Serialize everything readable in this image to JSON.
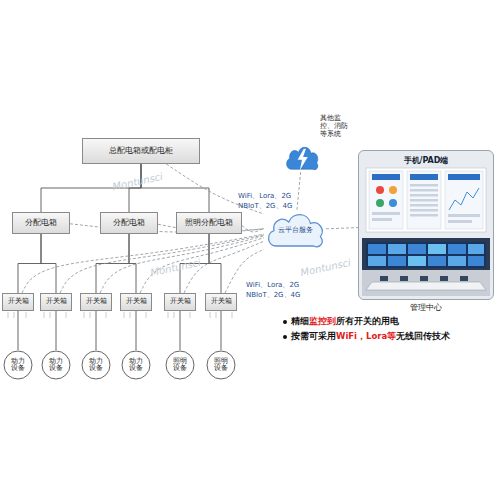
{
  "diagram": {
    "nodes": [
      {
        "text": [
          "总配电箱或配电柜"
        ]
      },
      {
        "text": [
          "分配电箱"
        ]
      },
      {
        "text": [
          "分配电箱"
        ]
      },
      {
        "text": [
          "照明分配电箱"
        ]
      },
      {
        "text": [
          "开关箱"
        ]
      },
      {
        "text": [
          "开关箱"
        ]
      },
      {
        "text": [
          "开关箱"
        ]
      },
      {
        "text": [
          "开关箱"
        ]
      },
      {
        "text": [
          "开关箱"
        ]
      },
      {
        "text": [
          "开关箱"
        ]
      },
      {
        "text": [
          "动力设备"
        ]
      },
      {
        "text": [
          "动力设备"
        ]
      },
      {
        "text": [
          "动力设备"
        ]
      },
      {
        "text": [
          "动力设备"
        ]
      },
      {
        "text": [
          "照明设备"
        ]
      },
      {
        "text": [
          "照明设备"
        ]
      },
      {
        "text": [
          "云平台服务"
        ]
      },
      {
        "text": [
          "其他监控、消防等系统"
        ]
      },
      {
        "text": [
          "手机/PAD端",
          "管理中心"
        ]
      }
    ],
    "edges": [
      {
        "from": 0,
        "to": 1,
        "arrow": "none"
      },
      {
        "from": 0,
        "to": 2,
        "arrow": "none"
      },
      {
        "from": 0,
        "to": 3,
        "arrow": "none"
      },
      {
        "from": 1,
        "to": 4,
        "arrow": "none"
      },
      {
        "from": 1,
        "to": 5,
        "arrow": "none"
      },
      {
        "from": 2,
        "to": 6,
        "arrow": "none"
      },
      {
        "from": 2,
        "to": 7,
        "arrow": "none"
      },
      {
        "from": 3,
        "to": 8,
        "arrow": "none"
      },
      {
        "from": 3,
        "to": 9,
        "arrow": "none"
      },
      {
        "from": 4,
        "to": 10,
        "arrow": "none"
      },
      {
        "from": 5,
        "to": 11,
        "arrow": "none"
      },
      {
        "from": 6,
        "to": 12,
        "arrow": "none"
      },
      {
        "from": 7,
        "to": 13,
        "arrow": "none"
      },
      {
        "from": 8,
        "to": 14,
        "arrow": "none"
      },
      {
        "from": 9,
        "to": 15,
        "arrow": "none"
      },
      {
        "from": 0,
        "to": 16,
        "arrow": "none"
      },
      {
        "from": 1,
        "to": 16,
        "arrow": "none"
      },
      {
        "from": 2,
        "to": 16,
        "arrow": "none"
      },
      {
        "from": 3,
        "to": 16,
        "arrow": "none"
      },
      {
        "from": 4,
        "to": 16,
        "arrow": "none"
      },
      {
        "from": 5,
        "to": 16,
        "arrow": "none"
      },
      {
        "from": 6,
        "to": 16,
        "arrow": "none"
      },
      {
        "from": 7,
        "to": 16,
        "arrow": "none"
      },
      {
        "from": 8,
        "to": 16,
        "arrow": "none"
      },
      {
        "from": 9,
        "to": 16,
        "arrow": "none"
      },
      {
        "from": 17,
        "to": 16,
        "arrow": "none"
      },
      {
        "from": 16,
        "to": 18,
        "arrow": "none"
      }
    ],
    "labels": [
      "WiFi、Lora、2G",
      "NBIoT、2G、4G",
      "WiFi、Lora、2G",
      "NBIoT、2G、4G",
      "精细",
      "监控到",
      "所有开关的用电",
      "按需可采用",
      "WiFi，Lora等",
      "无线回传技术",
      "Montunsci",
      "Montunsci",
      "Montunsci"
    ]
  }
}
